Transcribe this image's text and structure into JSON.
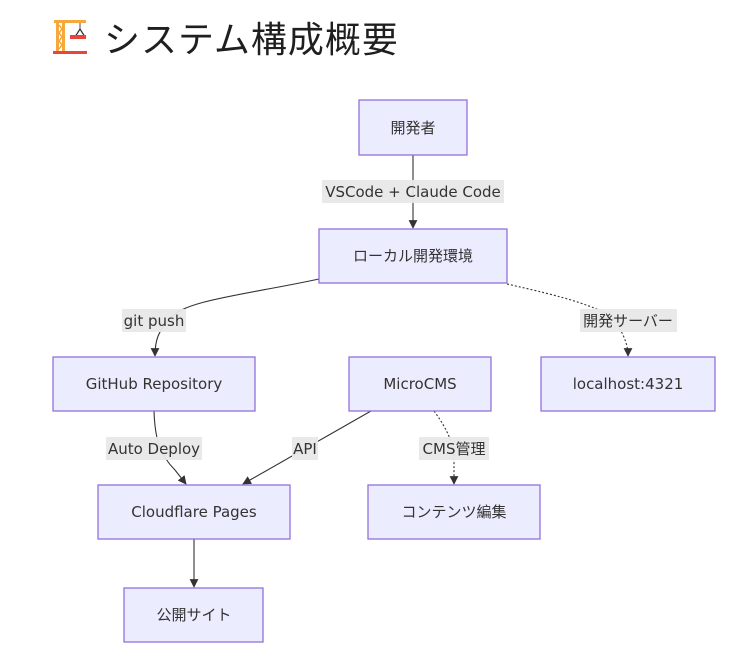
{
  "page": {
    "title": "システム構成概要",
    "title_icon": "construction-crane-icon"
  },
  "diagram": {
    "type": "flowchart",
    "direction": "TD",
    "nodes": [
      {
        "id": "dev",
        "label": "開発者"
      },
      {
        "id": "local",
        "label": "ローカル開発環境"
      },
      {
        "id": "github",
        "label": "GitHub Repository"
      },
      {
        "id": "microcms",
        "label": "MicroCMS"
      },
      {
        "id": "localhost",
        "label": "localhost:4321"
      },
      {
        "id": "cloudflare",
        "label": "Cloudflare Pages"
      },
      {
        "id": "content",
        "label": "コンテンツ編集"
      },
      {
        "id": "site",
        "label": "公開サイト"
      }
    ],
    "edges": [
      {
        "id": "e1",
        "from": "dev",
        "to": "local",
        "label": "VSCode + Claude Code",
        "style": "solid"
      },
      {
        "id": "e2",
        "from": "local",
        "to": "github",
        "label": "git push",
        "style": "solid"
      },
      {
        "id": "e3",
        "from": "local",
        "to": "localhost",
        "label": "開発サーバー",
        "style": "dotted"
      },
      {
        "id": "e4",
        "from": "github",
        "to": "cloudflare",
        "label": "Auto Deploy",
        "style": "solid"
      },
      {
        "id": "e5",
        "from": "microcms",
        "to": "cloudflare",
        "label": "API",
        "style": "solid"
      },
      {
        "id": "e6",
        "from": "microcms",
        "to": "content",
        "label": "CMS管理",
        "style": "dotted"
      },
      {
        "id": "e7",
        "from": "cloudflare",
        "to": "site",
        "label": "",
        "style": "solid"
      }
    ]
  },
  "colors": {
    "node_fill": "#ECECFF",
    "node_stroke": "#9370DB",
    "edge": "#333333",
    "edge_label_bg": "#E8E8E8"
  }
}
